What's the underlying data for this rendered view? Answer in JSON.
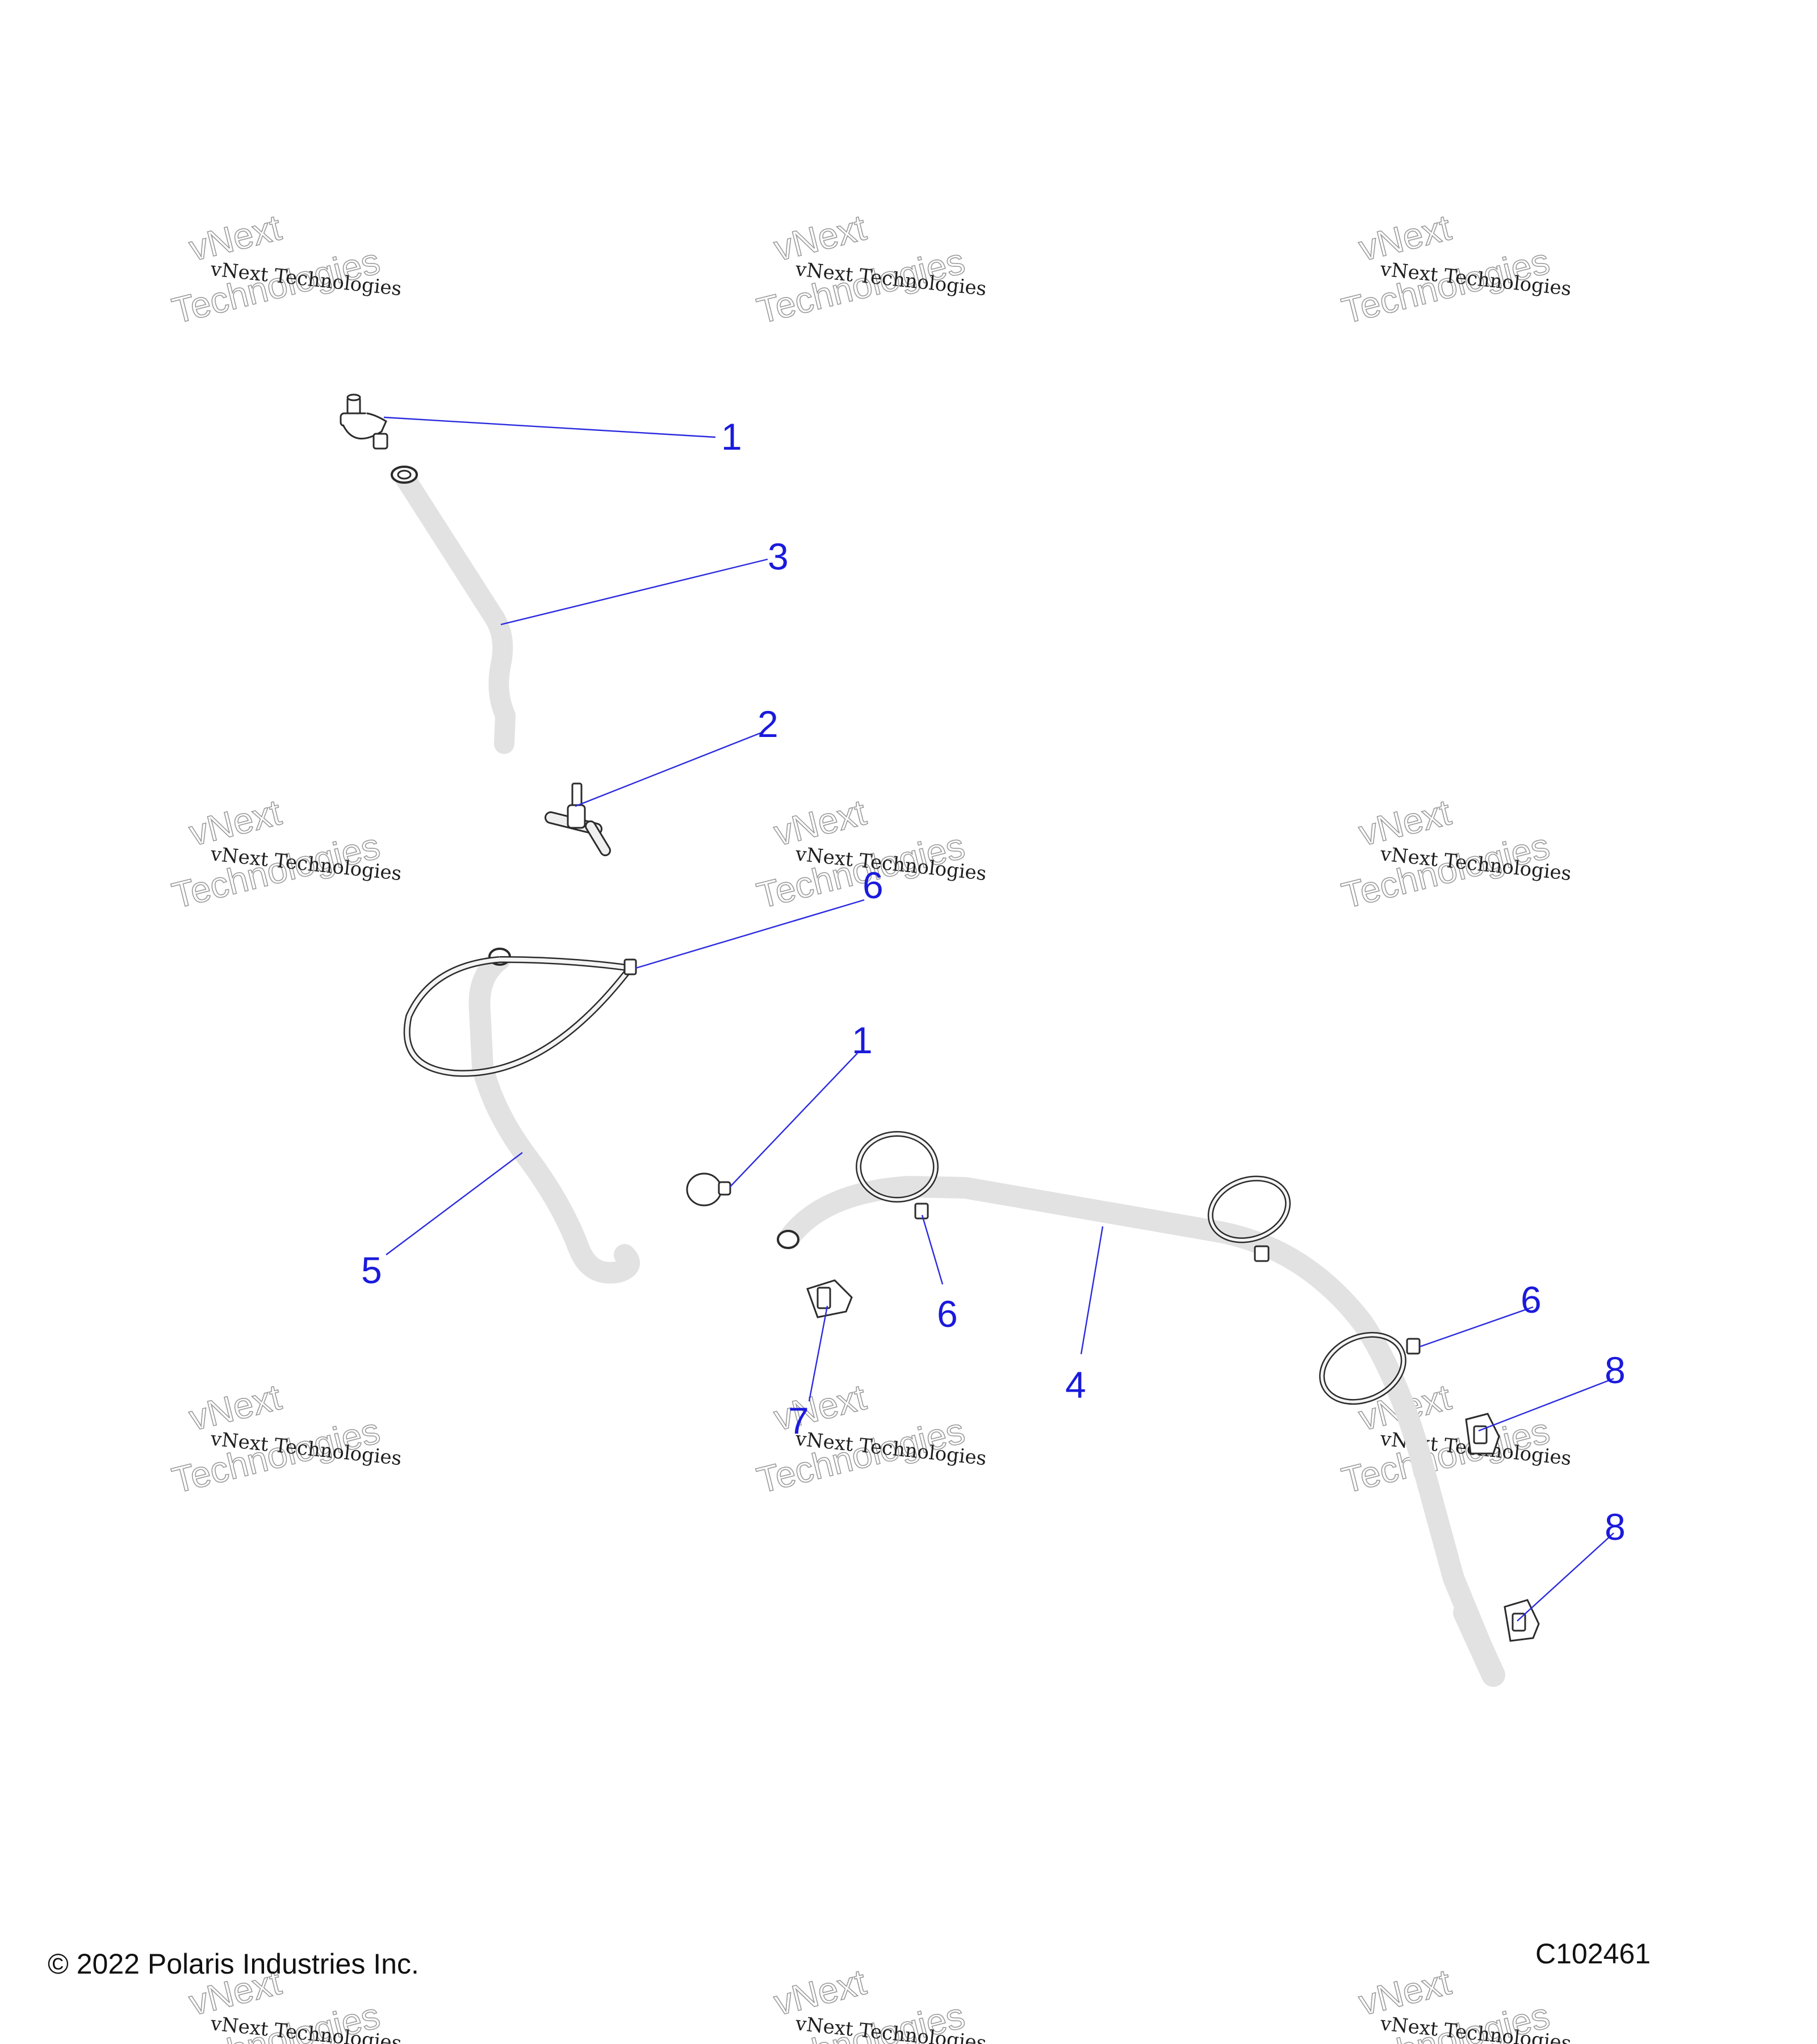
{
  "watermark": {
    "line1": "vNext Technologies",
    "line2": "vNext",
    "line3": "Technologies"
  },
  "callouts": [
    {
      "id": "c1a",
      "label": "1"
    },
    {
      "id": "c3",
      "label": "3"
    },
    {
      "id": "c2",
      "label": "2"
    },
    {
      "id": "c6a",
      "label": "6"
    },
    {
      "id": "c1b",
      "label": "1"
    },
    {
      "id": "c5",
      "label": "5"
    },
    {
      "id": "c6b",
      "label": "6"
    },
    {
      "id": "c7",
      "label": "7"
    },
    {
      "id": "c4",
      "label": "4"
    },
    {
      "id": "c6c",
      "label": "6"
    },
    {
      "id": "c8a",
      "label": "8"
    },
    {
      "id": "c8b",
      "label": "8"
    }
  ],
  "footer": {
    "copyright": "© 2022 Polaris Industries Inc.",
    "figure_id": "C102461"
  }
}
